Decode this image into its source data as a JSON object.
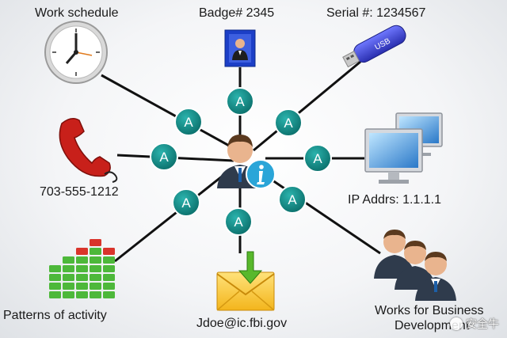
{
  "labels": {
    "work_schedule": "Work schedule",
    "badge": "Badge# 2345",
    "serial": "Serial #: 1234567",
    "phone": "703-555-1212",
    "ip": "IP Addrs: 1.1.1.1",
    "patterns": "Patterns of activity",
    "email": "Jdoe@ic.fbi.gov",
    "business_line1": "Works for Business",
    "business_line2": "Development"
  },
  "node_letter": "A",
  "usb_text": "USB",
  "watermark": "安全牛",
  "colors": {
    "node_fill": "#0d8a85",
    "node_stroke": "#ffffff",
    "connector": "#111111",
    "info_badge": "#2aa5d8"
  }
}
